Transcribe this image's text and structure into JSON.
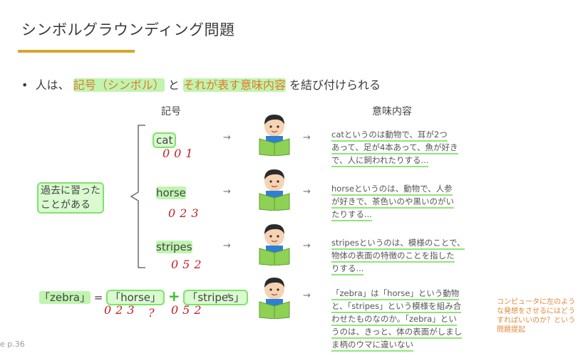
{
  "title": "シンボルグラウンディング問題",
  "bullet": {
    "marker": "•",
    "prefix": "人は、",
    "symbol_text": "記号（シンボル）",
    "mid": "と",
    "meaning_text": "それが表す意味内容",
    "suffix": "を結び付けられる"
  },
  "columns": {
    "symbol": "記号",
    "meaning": "意味内容"
  },
  "past_label": {
    "line1": "過去に習った",
    "line2": "ことがある"
  },
  "rows": [
    {
      "word": "cat",
      "code": "001",
      "meaning": [
        "catというのは動物で、耳が2つ",
        "あって、足が4本あって、魚が好き",
        "で、人に飼われたりする..."
      ]
    },
    {
      "word": "horse",
      "code": "023",
      "meaning": [
        "horseというのは、動物で、人参",
        "が好きで、茶色いのや黒いのがい",
        "たりする..."
      ]
    },
    {
      "word": "stripes",
      "code": "052",
      "meaning": [
        "stripesというのは、模様のことで、",
        "物体の表面の特徴のことを指した",
        "りする..."
      ]
    }
  ],
  "zebra": {
    "zebra": "「zebra」",
    "eq": "=",
    "horse": "「horse」",
    "plus": "+",
    "stripes": "「stripes」",
    "codes": [
      "023",
      "?",
      "052"
    ],
    "meaning": [
      "「zebra」は「horse」という動物",
      "と、「stripes」という模様を組み合",
      "わせたものなのか。「zebra」とい",
      "うのは、きっと、体の表面がしまし",
      "ま柄のウマに違いない"
    ]
  },
  "arrow": "→",
  "note": "コンピュータに左のような発想をさせるにはどうすればいいのか？という問題提起",
  "page_ref": "e p.36",
  "colors": {
    "accent": "#d4a72c",
    "orange": "#e07a2c",
    "highlight": "#7fe36a",
    "handwriting": "#c2202b"
  }
}
